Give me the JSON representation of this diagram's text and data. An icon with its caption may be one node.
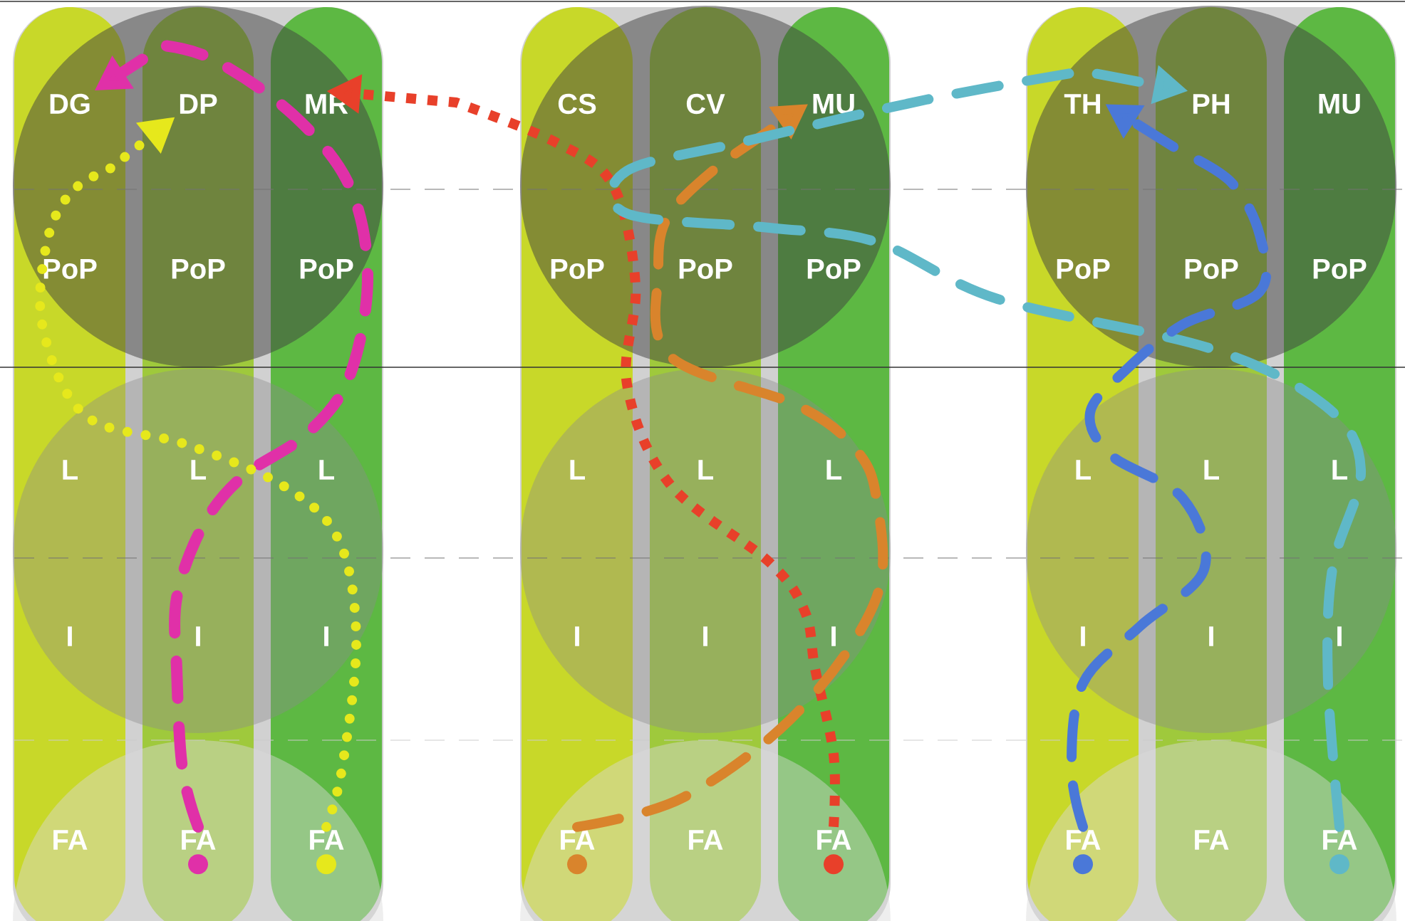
{
  "diagram": {
    "nodes": [
      {
        "text": [],
        "shape": "bar"
      },
      {
        "text": [
          "DG"
        ],
        "in": 0
      },
      {
        "text": [
          "PoP"
        ],
        "in": 0
      },
      {
        "text": [
          "L"
        ],
        "in": 0
      },
      {
        "text": [
          "I"
        ],
        "in": 0
      },
      {
        "text": [
          "FA"
        ],
        "in": 0
      },
      {
        "text": [],
        "shape": "bar"
      },
      {
        "text": [
          "DP"
        ],
        "in": 6
      },
      {
        "text": [
          "PoP"
        ],
        "in": 6
      },
      {
        "text": [
          "L"
        ],
        "in": 6
      },
      {
        "text": [
          "I"
        ],
        "in": 6
      },
      {
        "text": [
          "FA"
        ],
        "in": 6
      },
      {
        "text": [],
        "shape": "bar"
      },
      {
        "text": [
          "MR"
        ],
        "in": 12
      },
      {
        "text": [
          "PoP"
        ],
        "in": 12
      },
      {
        "text": [
          "L"
        ],
        "in": 12
      },
      {
        "text": [
          "I"
        ],
        "in": 12
      },
      {
        "text": [
          "FA"
        ],
        "in": 12
      },
      {
        "text": [],
        "shape": "bar"
      },
      {
        "text": [
          "CS"
        ],
        "in": 18
      },
      {
        "text": [
          "PoP"
        ],
        "in": 18
      },
      {
        "text": [
          "L"
        ],
        "in": 18
      },
      {
        "text": [
          "I"
        ],
        "in": 18
      },
      {
        "text": [
          "FA"
        ],
        "in": 18
      },
      {
        "text": [],
        "shape": "bar"
      },
      {
        "text": [
          "CV"
        ],
        "in": 24
      },
      {
        "text": [
          "PoP"
        ],
        "in": 24
      },
      {
        "text": [
          "L"
        ],
        "in": 24
      },
      {
        "text": [
          "I"
        ],
        "in": 24
      },
      {
        "text": [
          "FA"
        ],
        "in": 24
      },
      {
        "text": [],
        "shape": "bar"
      },
      {
        "text": [
          "MU"
        ],
        "in": 30
      },
      {
        "text": [
          "PoP"
        ],
        "in": 30
      },
      {
        "text": [
          "L"
        ],
        "in": 30
      },
      {
        "text": [
          "I"
        ],
        "in": 30
      },
      {
        "text": [
          "FA"
        ],
        "in": 30
      },
      {
        "text": [],
        "shape": "bar"
      },
      {
        "text": [
          "TH"
        ],
        "in": 36
      },
      {
        "text": [
          "PoP"
        ],
        "in": 36
      },
      {
        "text": [
          "L"
        ],
        "in": 36
      },
      {
        "text": [
          "I"
        ],
        "in": 36
      },
      {
        "text": [
          "FA"
        ],
        "in": 36
      },
      {
        "text": [],
        "shape": "bar"
      },
      {
        "text": [
          "PH"
        ],
        "in": 42
      },
      {
        "text": [
          "PoP"
        ],
        "in": 42
      },
      {
        "text": [
          "L"
        ],
        "in": 42
      },
      {
        "text": [
          "I"
        ],
        "in": 42
      },
      {
        "text": [
          "FA"
        ],
        "in": 42
      },
      {
        "text": [],
        "shape": "bar"
      },
      {
        "text": [
          "MU"
        ],
        "in": 48
      },
      {
        "text": [
          "PoP"
        ],
        "in": 48
      },
      {
        "text": [
          "L"
        ],
        "in": 48
      },
      {
        "text": [
          "I"
        ],
        "in": 48
      },
      {
        "text": [
          "FA"
        ],
        "in": 48
      }
    ],
    "edges": [
      {
        "from": 11,
        "to": 1,
        "arrow": "to",
        "style": "dashed",
        "color": "#e030a8"
      },
      {
        "from": 17,
        "to": 7,
        "arrow": "to",
        "style": "dashed",
        "color": "#e6e81c"
      },
      {
        "from": 35,
        "to": 13,
        "arrow": "to",
        "style": "dashed",
        "color": "#e8402a"
      },
      {
        "from": 23,
        "to": 31,
        "arrow": "to",
        "style": "dashed",
        "color": "#d9842c"
      },
      {
        "from": 53,
        "to": 43,
        "arrow": "to",
        "style": "dashed",
        "color": "#5fb8c8"
      },
      {
        "from": 41,
        "to": 37,
        "arrow": "to",
        "style": "dashed",
        "color": "#4a78d8"
      }
    ]
  }
}
